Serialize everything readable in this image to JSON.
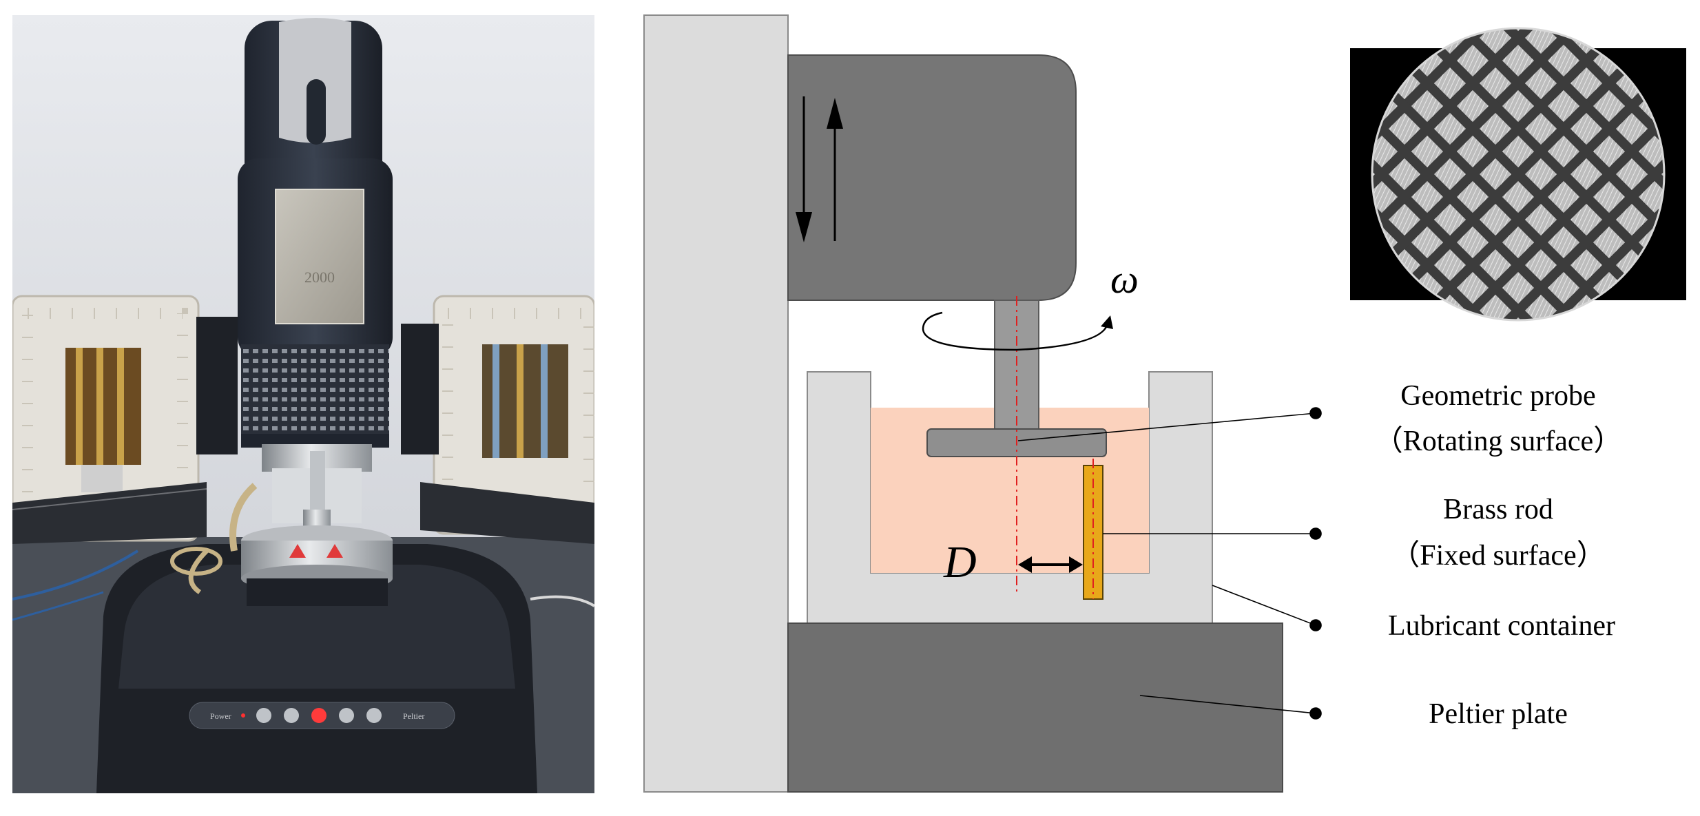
{
  "photo": {
    "instrument_model": "2000",
    "front_panel_left": "Power",
    "front_panel_right": "Peltier"
  },
  "diagram": {
    "symbol_omega": "ω",
    "symbol_D": "D",
    "labels": {
      "probe_line1": "Geometric probe",
      "probe_line2": "（Rotating surface）",
      "rod_line1": "Brass rod",
      "rod_line2": "（Fixed surface）",
      "container": "Lubricant container",
      "peltier": "Peltier plate"
    },
    "colors": {
      "frame": "#dcdcdc",
      "head": "#767676",
      "lubricant": "#fbd2bd",
      "rod": "#e8a81a",
      "axis": "#e02020",
      "plate": "#6f6f6f"
    }
  }
}
